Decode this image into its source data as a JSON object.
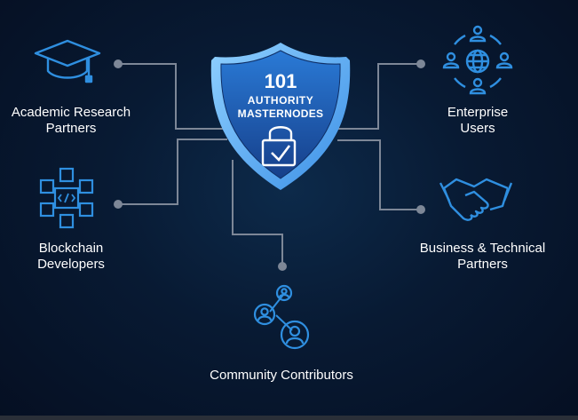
{
  "center": {
    "number": "101",
    "line1": "AUTHORITY",
    "line2": "MASTERNODES"
  },
  "nodes": {
    "academic": {
      "line1": "Academic Research",
      "line2": "Partners",
      "icon": "graduation-cap-icon"
    },
    "enterprise": {
      "line1": "Enterprise",
      "line2": "Users",
      "icon": "enterprise-network-icon"
    },
    "blockchain": {
      "line1": "Blockchain",
      "line2": "Developers",
      "icon": "blockchain-code-icon"
    },
    "business": {
      "line1": "Business & Technical",
      "line2": "Partners",
      "icon": "handshake-icon"
    },
    "community": {
      "line1": "Community Contributors",
      "icon": "community-users-icon"
    }
  },
  "colors": {
    "accent": "#2f8fe0",
    "shield_outer": "#5db6ff",
    "shield_inner": "#1c5fb5",
    "connector": "#8a94a6",
    "background": "#081a33"
  }
}
